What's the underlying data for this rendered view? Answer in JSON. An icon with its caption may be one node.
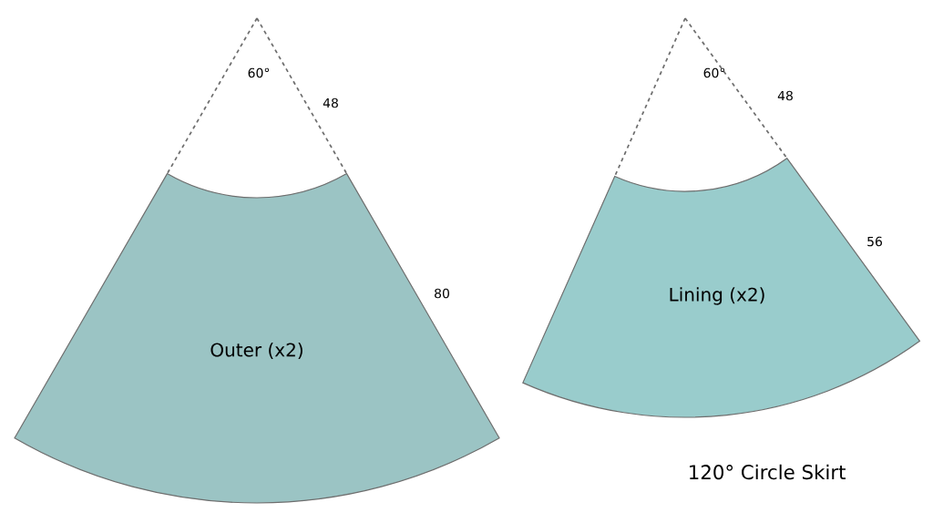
{
  "diagram": {
    "title": "120° Circle Skirt",
    "nodes": [
      {
        "text": [
          "Outer (x2)"
        ]
      },
      {
        "text": [
          "Lining (x2)"
        ]
      }
    ],
    "labels": [
      "60°",
      "60°",
      "48",
      "48",
      "56",
      "80"
    ]
  }
}
